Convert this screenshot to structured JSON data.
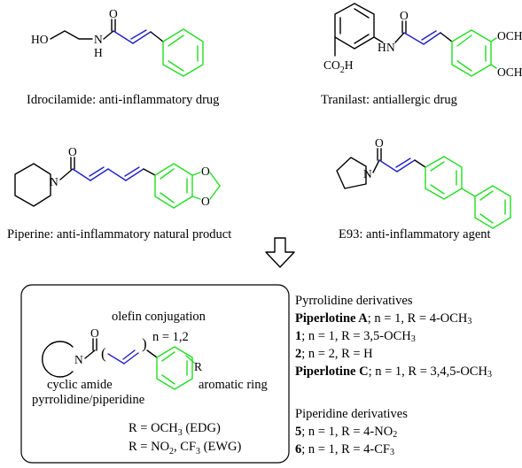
{
  "top_left": {
    "caption": "Idrocilamide: anti-inflammatory drug",
    "atoms": {
      "ho": "HO",
      "nh_n": "N",
      "nh_h": "H",
      "o": "O"
    }
  },
  "top_right": {
    "caption": "Tranilast: antiallergic drug",
    "atoms": {
      "h": "H",
      "n": "N",
      "o": "O",
      "co2h": "CO",
      "co2h_sub": "2",
      "co2h_h": "H",
      "och3_1": "OCH",
      "och3_1_sub": "3",
      "och3_2": "OCH",
      "och3_2_sub": "3"
    }
  },
  "mid_left": {
    "caption": "Piperine: anti-inflammatory natural product",
    "atoms": {
      "n": "N",
      "o": "O",
      "o1": "O",
      "o2": "O"
    }
  },
  "mid_right": {
    "caption": "E93: anti-inflammatory agent",
    "atoms": {
      "n": "N",
      "o": "O"
    }
  },
  "general": {
    "olefin_label": "olefin conjugation",
    "n_label": "n = 1,2",
    "cyclic_amide": "cyclic amide",
    "amine_label": "pyrrolidine/piperidine",
    "aromatic_label": "aromatic ring",
    "r_label": "R",
    "n_atom": "N",
    "o_atom": "O",
    "paren_open": "(",
    "paren_close": ")",
    "r1": {
      "pre": "R = OCH",
      "sub": "3",
      "post": " (EDG)"
    },
    "r2": {
      "pre": "R = NO",
      "sub1": "2",
      "mid": ", CF",
      "sub2": "3",
      "post": " (EWG)"
    }
  },
  "derivatives": {
    "pyrrolidine_header": "Pyrrolidine derivatives",
    "p1": {
      "name": "Piperlotine A",
      "text": "; n = 1, R = 4-OCH",
      "sub": "3"
    },
    "p2": {
      "name": "1",
      "text": "; n = 1, R = 3,5-OCH",
      "sub": "3"
    },
    "p3": {
      "name": "2",
      "text": "; n = 2, R = H"
    },
    "p4": {
      "name": "Piperlotine C",
      "text": "; n = 1, R = 3,4,5-OCH",
      "sub": "3"
    },
    "piperidine_header": "Piperidine derivatives",
    "q1": {
      "name": "5",
      "text": "; n = 1, R = 4-NO",
      "sub": "2"
    },
    "q2": {
      "name": "6",
      "text": "; n = 1, R = 4-CF",
      "sub": "3"
    }
  },
  "colors": {
    "aromatic": "#22dd22",
    "olefin": "#1f1fc8",
    "bonds": "#000000"
  },
  "icons": {
    "arrow": "down-arrow-icon"
  }
}
